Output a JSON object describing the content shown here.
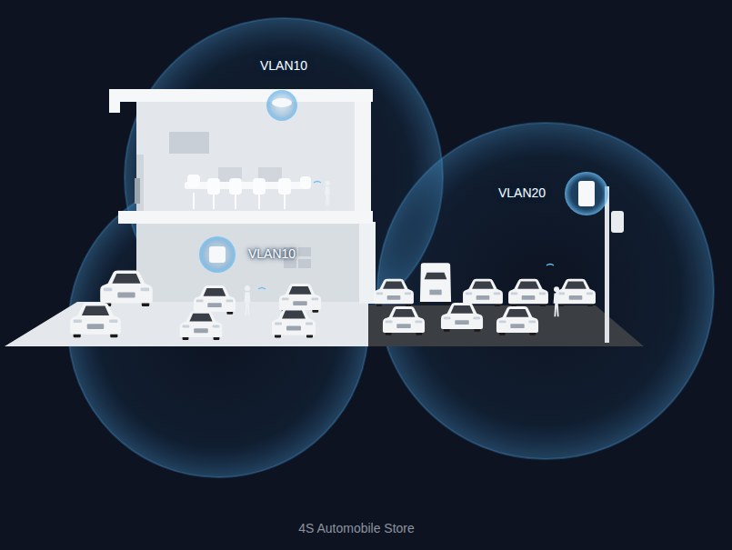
{
  "diagram": {
    "caption": "4S Automobile Store",
    "labels": [
      "VLAN10",
      "VLAN10",
      "VLAN20"
    ]
  }
}
